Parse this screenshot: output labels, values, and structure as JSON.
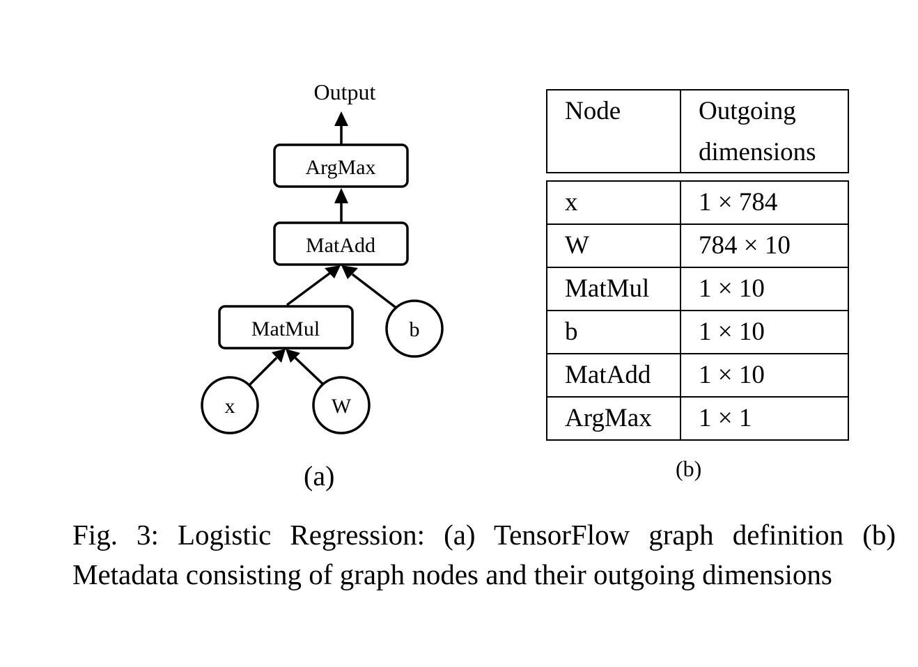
{
  "graph": {
    "output_label": "Output",
    "nodes": {
      "argmax": "ArgMax",
      "matadd": "MatAdd",
      "matmul": "MatMul",
      "b": "b",
      "x": "x",
      "w": "W"
    }
  },
  "table": {
    "header": {
      "node": "Node",
      "dims_line1": "Outgoing",
      "dims_line2": "dimensions"
    },
    "rows": [
      {
        "node": "x",
        "dims": "1 × 784"
      },
      {
        "node": "W",
        "dims": "784 × 10"
      },
      {
        "node": "MatMul",
        "dims": "1 × 10"
      },
      {
        "node": "b",
        "dims": "1 × 10"
      },
      {
        "node": "MatAdd",
        "dims": "1 × 10"
      },
      {
        "node": "ArgMax",
        "dims": "1 × 1"
      }
    ]
  },
  "sublabels": {
    "a": "(a)",
    "b": "(b)"
  },
  "caption": "Fig. 3: Logistic Regression: (a) TensorFlow graph definition (b) Metadata consisting of graph nodes and their outgoing dimensions"
}
